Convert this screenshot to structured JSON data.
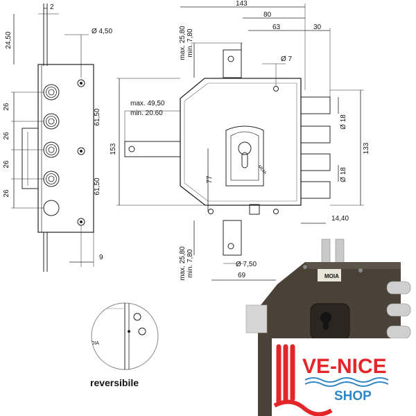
{
  "side_view": {
    "dims": {
      "top_gap": "2",
      "top_offset": "24,50",
      "hole_dia": "Ø 4,50",
      "pitch": [
        "26",
        "26",
        "26",
        "26"
      ],
      "upper_span": "61,50",
      "lower_span": "61,50",
      "bottom": "9"
    }
  },
  "front_view": {
    "dims": {
      "overall_width": "143",
      "to_axis": "80",
      "screw_span": "63",
      "bolt_offset": "30",
      "rod_top_max": "max. 25,80",
      "rod_top_min": "min. 7,80",
      "screw_dia": "Ø 7",
      "rod_side_max": "max. 49,50",
      "rod_side_min": "min. 20.60",
      "height": "153",
      "bolt_dia_top": "Ø 18",
      "bolt_dia_bottom": "Ø 18",
      "bolt_span": "133",
      "axis_height": "77",
      "edge": "14,40",
      "rod_bottom_max": "max. 25,80",
      "rod_bottom_min": "min. 7,80",
      "hole_bottom": "Ø 7,50",
      "bottom_span": "69"
    },
    "brand_on_plate": "MOIA"
  },
  "reversible_label": "reversibile",
  "detail_brand": "MOIA",
  "photo_brand": "MOIA",
  "shop_logo": {
    "line1": "VE-NICE",
    "line2": "SHOP"
  },
  "colors": {
    "logo_red": "#e3262a",
    "logo_blue": "#2f86c4",
    "lock_body": "#4a4236"
  }
}
